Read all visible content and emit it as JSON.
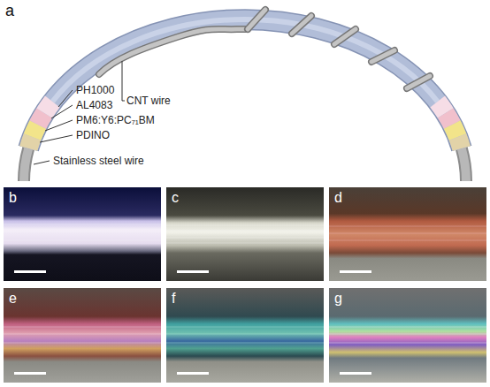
{
  "diagram": {
    "labels": [
      "a",
      "CNT wire",
      "PH1000",
      "AL4083",
      "PM6:Y6:PC₇₁BM",
      "PDINO",
      "Stainless steel wire",
      "b",
      "c",
      "d",
      "e",
      "f",
      "g"
    ]
  }
}
